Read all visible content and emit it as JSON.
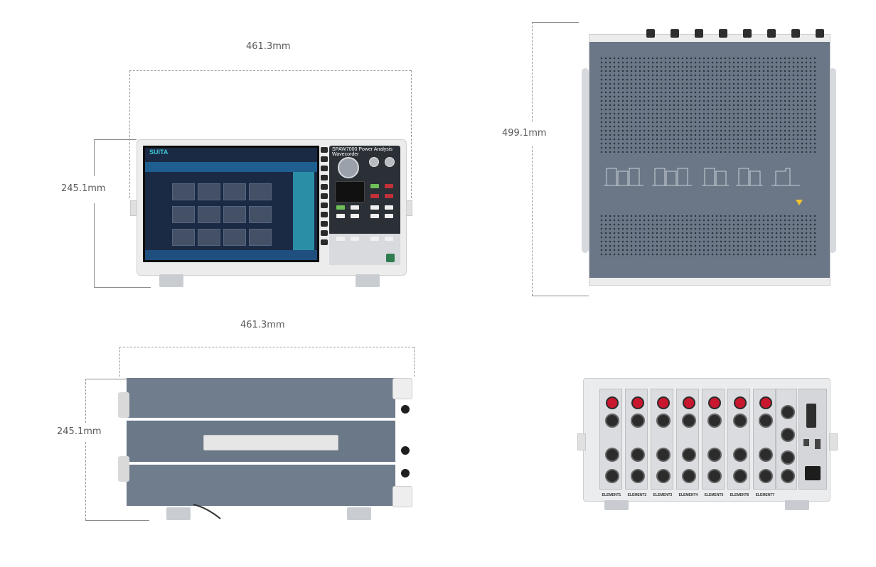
{
  "dimensions": {
    "front_width": "461.3mm",
    "front_height": "245.1mm",
    "top_depth": "499.1mm",
    "side_width": "461.3mm",
    "side_height": "245.1mm"
  },
  "front_panel": {
    "brand": "SUITA",
    "model_title": "SPAW7000 Power Analysis Wavecorder"
  },
  "rear_panel": {
    "elements": [
      "ELEMENT1",
      "ELEMENT2",
      "ELEMENT3",
      "ELEMENT4",
      "ELEMENT5",
      "ELEMENT6",
      "ELEMENT7"
    ]
  },
  "colors": {
    "chassis": "#6b7787",
    "bezel": "#ececec",
    "screen": "#1a2a44",
    "accent": "#1f5f8f"
  }
}
